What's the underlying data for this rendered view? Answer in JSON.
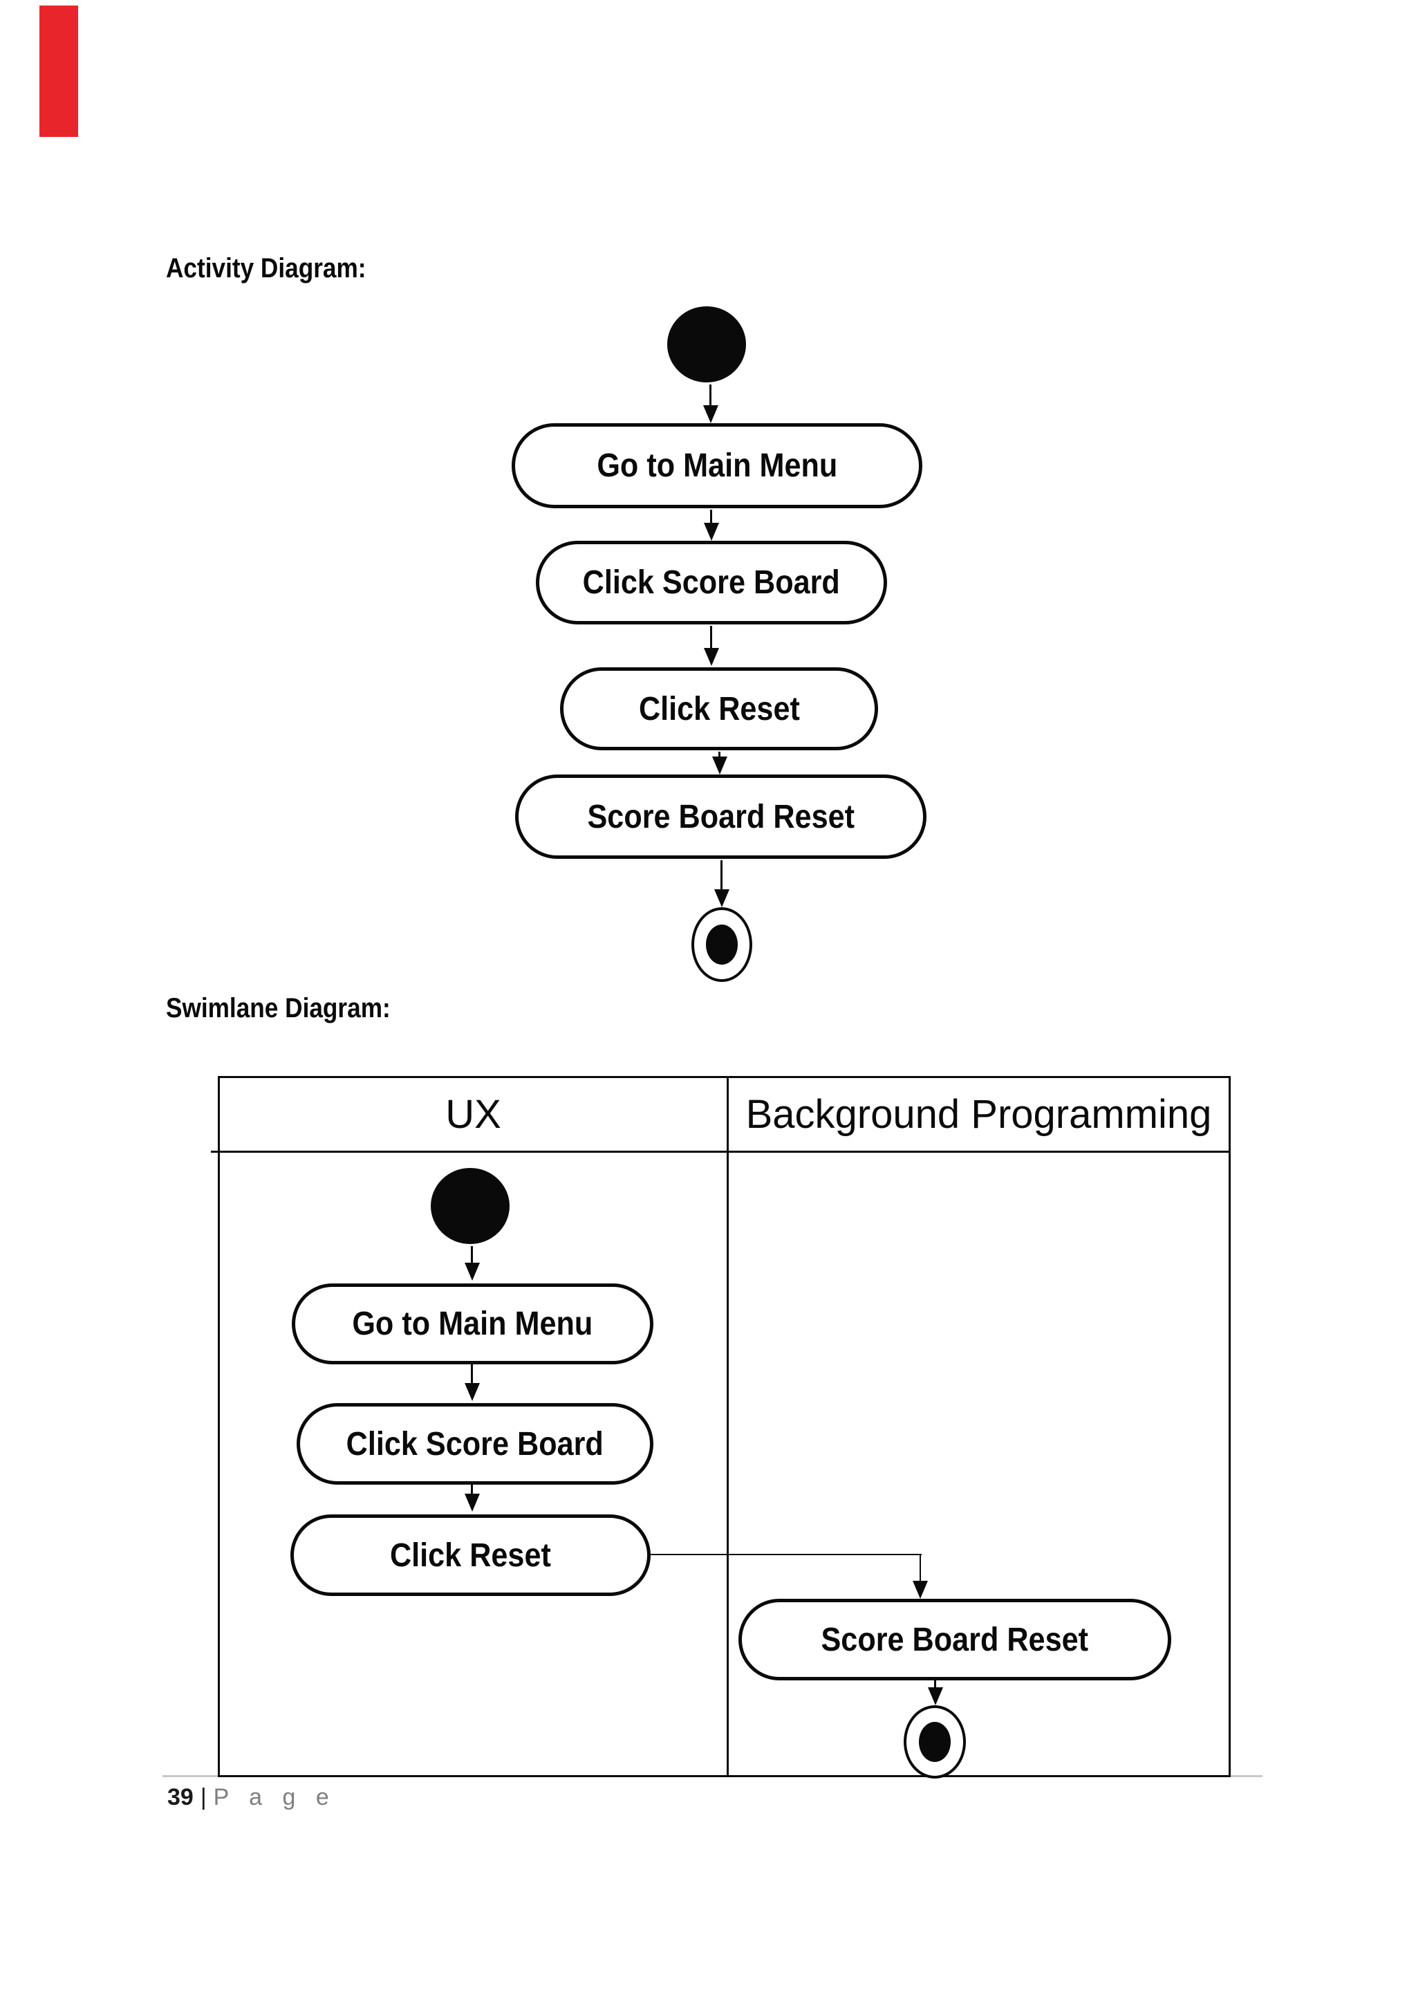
{
  "page": {
    "activity_heading": "Activity Diagram:",
    "swimlane_heading": "Swimlane Diagram:"
  },
  "activity_diagram": {
    "nodes": [
      "Go to Main Menu",
      "Click Score Board",
      "Click Reset",
      "Score Board Reset"
    ],
    "start_node": "initial-state",
    "end_node": "final-state"
  },
  "swimlane_diagram": {
    "lanes": [
      "UX",
      "Background Programming"
    ],
    "ux_nodes": [
      "Go to Main Menu",
      "Click Score Board",
      "Click Reset"
    ],
    "background_nodes": [
      "Score Board Reset"
    ],
    "start_node": "initial-state",
    "end_node": "final-state"
  },
  "footer": {
    "page_number": "39",
    "separator": "|",
    "page_label": "P a g e"
  },
  "colors": {
    "marker_red": "#e8252a",
    "ink_black": "#0a0a0a",
    "footer_gray": "#7f7f7f",
    "rule_gray": "#c9c9c9",
    "background": "#ffffff"
  }
}
